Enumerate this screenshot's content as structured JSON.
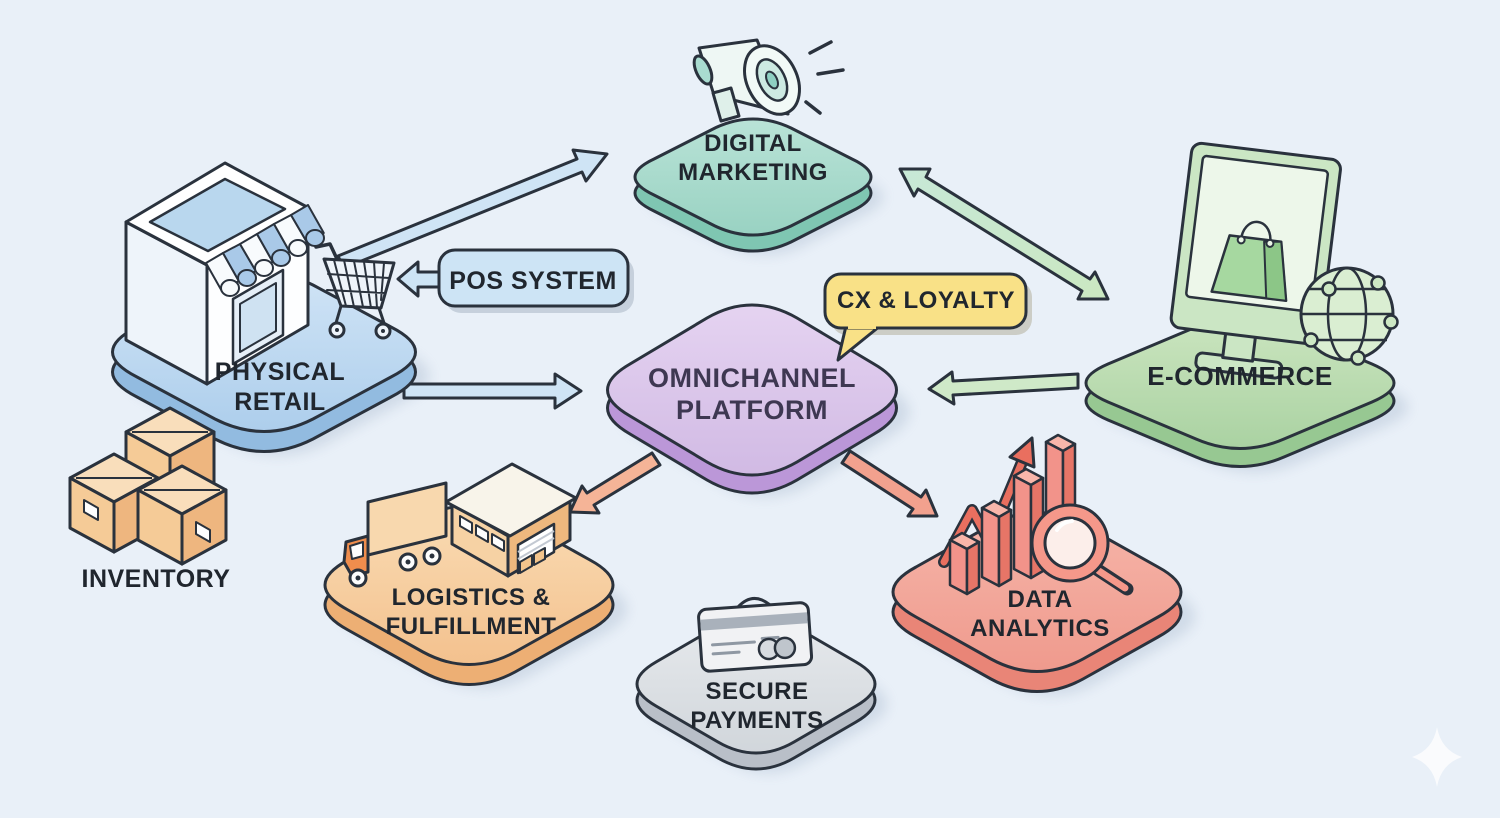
{
  "diagram": {
    "background": "#e9f0f8",
    "outline_color": "#2a323d",
    "nodes": [
      {
        "id": "digital-marketing",
        "line1": "DIGITAL",
        "line2": "MARKETING",
        "color": "#a8dbce",
        "icon": "megaphone-icon"
      },
      {
        "id": "physical-retail",
        "line1": "PHYSICAL",
        "line2": "RETAIL",
        "color": "#bcd8f0",
        "icon": "storefront-icon, shopping-cart-icon"
      },
      {
        "id": "e-commerce",
        "line1": "E-COMMERCE",
        "color": "#bedcb4",
        "icon": "monitor-shopping-bag-icon, globe-icon"
      },
      {
        "id": "omnichannel-platform",
        "line1": "OMNICHANNEL",
        "line2": "PLATFORM",
        "color": "#dcc7ea",
        "icon": ""
      },
      {
        "id": "logistics-fulfillment",
        "line1": "LOGISTICS &",
        "line2": "FULFILLMENT",
        "color": "#f8d0a2",
        "icon": "truck-icon, warehouse-icon"
      },
      {
        "id": "secure-payments",
        "line1": "SECURE",
        "line2": "PAYMENTS",
        "color": "#dee1e5",
        "icon": "credit-card-icon"
      },
      {
        "id": "data-analytics",
        "line1": "DATA",
        "line2": "ANALYTICS",
        "color": "#f4a89c",
        "icon": "bar-chart-magnifier-icon"
      }
    ],
    "callouts": [
      {
        "id": "pos-system",
        "label": "POS SYSTEM",
        "color": "#cde4f5"
      },
      {
        "id": "cx-loyalty",
        "label": "CX & LOYALTY",
        "color": "#f9e187"
      }
    ],
    "floating_label": {
      "id": "inventory",
      "label": "INVENTORY",
      "icon": "boxes-icon"
    }
  }
}
